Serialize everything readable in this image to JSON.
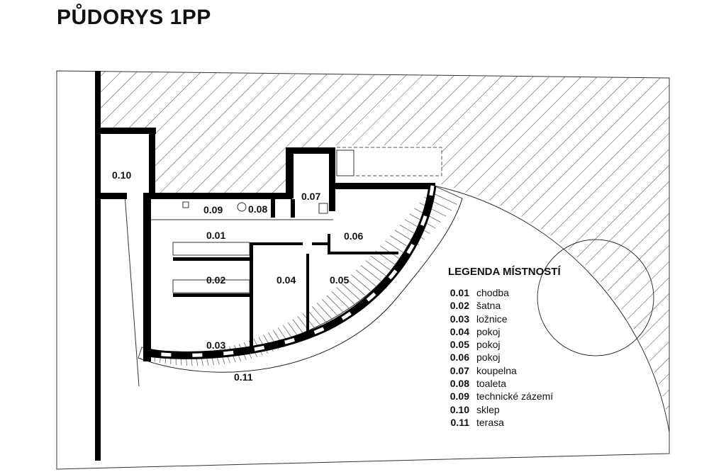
{
  "title": "PŮDORYS 1PP",
  "rooms": {
    "r001": "0.01",
    "r002": "0.02",
    "r003": "0.03",
    "r004": "0.04",
    "r005": "0.05",
    "r006": "0.06",
    "r007": "0.07",
    "r008": "0.08",
    "r009": "0.09",
    "r010": "0.10",
    "r011": "0.11"
  },
  "legend": {
    "title": "LEGENDA MÍSTNOSTÍ",
    "items": [
      {
        "num": "0.01",
        "name": "chodba"
      },
      {
        "num": "0.02",
        "name": "šatna"
      },
      {
        "num": "0.03",
        "name": "ložnice"
      },
      {
        "num": "0.04",
        "name": "pokoj"
      },
      {
        "num": "0.05",
        "name": "pokoj"
      },
      {
        "num": "0.06",
        "name": "pokoj"
      },
      {
        "num": "0.07",
        "name": "koupelna"
      },
      {
        "num": "0.08",
        "name": "toaleta"
      },
      {
        "num": "0.09",
        "name": "technické zázemí"
      },
      {
        "num": "0.10",
        "name": "sklep"
      },
      {
        "num": "0.11",
        "name": "terasa"
      }
    ]
  },
  "colors": {
    "wall": "#000000",
    "line": "#222222",
    "hatch": "#444444",
    "background": "#ffffff"
  }
}
